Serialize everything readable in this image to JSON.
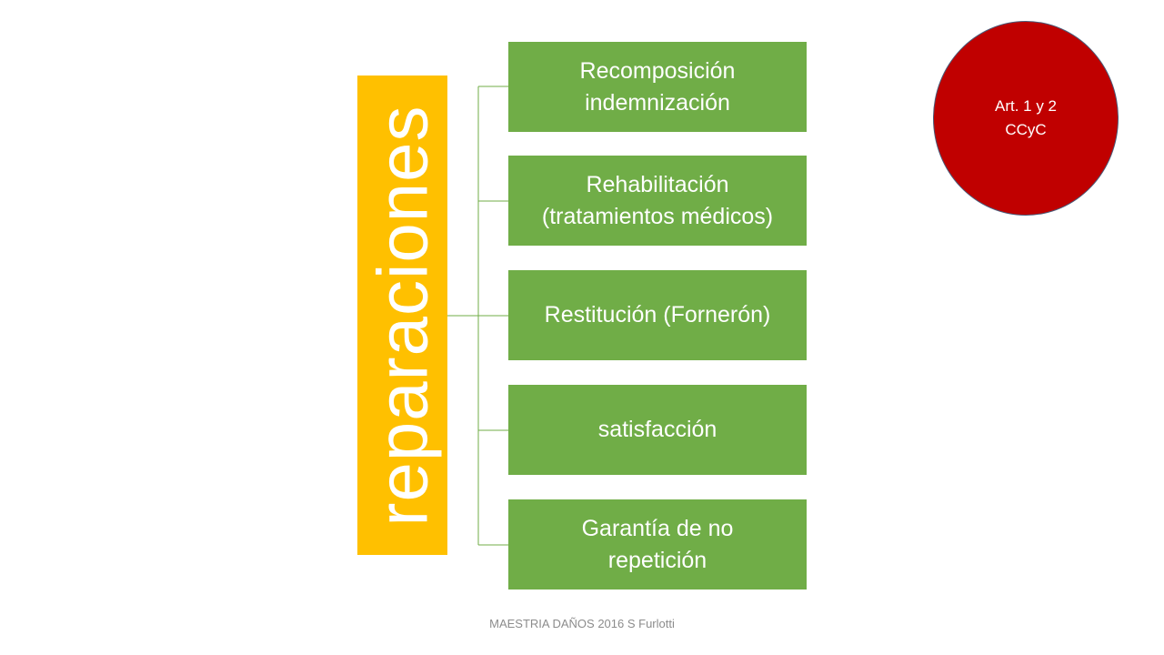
{
  "root": {
    "label": "reparaciones"
  },
  "children": [
    {
      "label": "Recomposición\nindemnización"
    },
    {
      "label": "Rehabilitación\n(tratamientos médicos)"
    },
    {
      "label": "Restitución (Fornerón)"
    },
    {
      "label": "satisfacción"
    },
    {
      "label": "Garantía de no\nrepetición"
    }
  ],
  "badge": {
    "label": "Art. 1 y 2\nCCyC"
  },
  "footer": {
    "text": "MAESTRIA DAÑOS 2016 S Furlotti"
  },
  "colors": {
    "root": "#ffc000",
    "child": "#70ad47",
    "badge": "#c00000",
    "connector": "#70ad47"
  }
}
